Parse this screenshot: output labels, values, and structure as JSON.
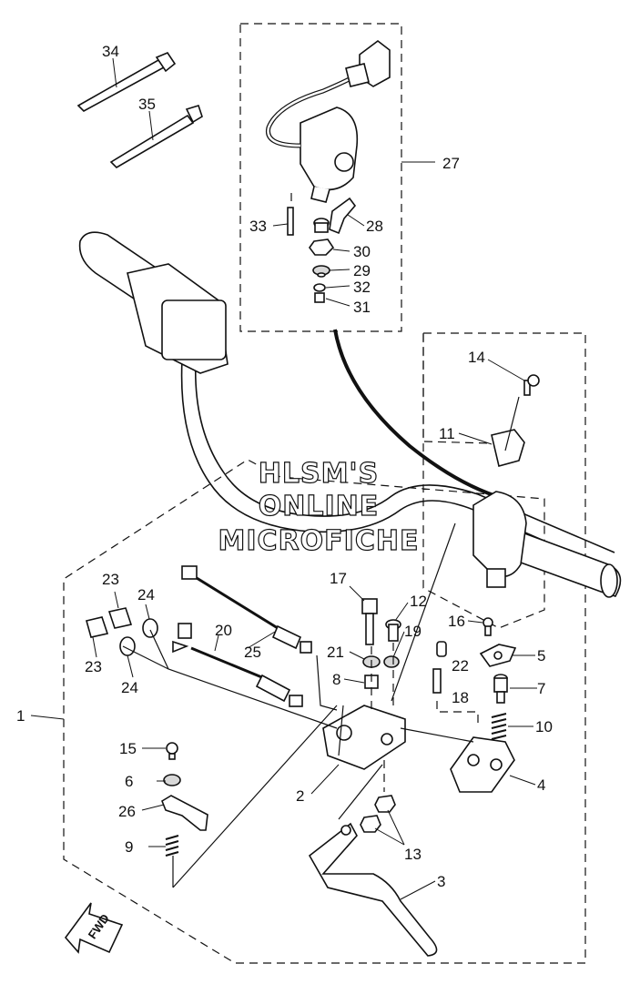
{
  "watermark": {
    "line1": "HLSM'S",
    "line2": "ONLINE",
    "line3": "MICROFICHE"
  },
  "fwd_label": "FWD",
  "callouts": {
    "p1": "1",
    "p2": "2",
    "p3": "3",
    "p4": "4",
    "p5": "5",
    "p6": "6",
    "p7": "7",
    "p8": "8",
    "p9": "9",
    "p10": "10",
    "p11": "11",
    "p12": "12",
    "p13": "13",
    "p14": "14",
    "p15": "15",
    "p16": "16",
    "p17": "17",
    "p18": "18",
    "p19": "19",
    "p20": "20",
    "p21": "21",
    "p22": "22",
    "p23a": "23",
    "p23b": "23",
    "p24a": "24",
    "p24b": "24",
    "p25": "25",
    "p26": "26",
    "p27": "27",
    "p28": "28",
    "p29": "29",
    "p30": "30",
    "p31": "31",
    "p32": "32",
    "p33": "33",
    "p34": "34",
    "p35": "35"
  }
}
